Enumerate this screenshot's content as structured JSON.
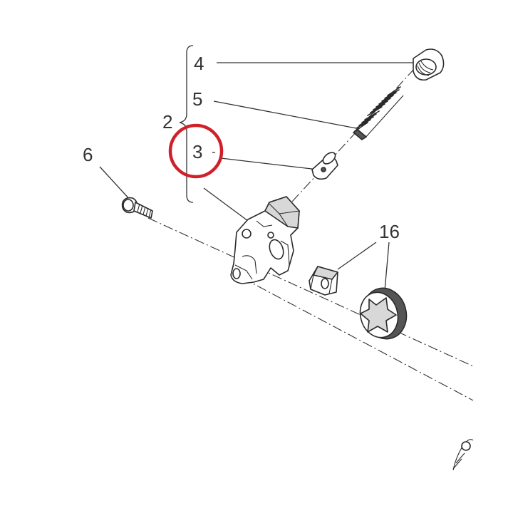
{
  "callouts": {
    "plug": "4",
    "spring": "5",
    "assembly": "2",
    "valve_piston": "3",
    "screw": "6",
    "gear_pair": "16"
  },
  "colors": {
    "line": "#333333",
    "highlight_circle": "#d0202a",
    "background": "#ffffff"
  }
}
